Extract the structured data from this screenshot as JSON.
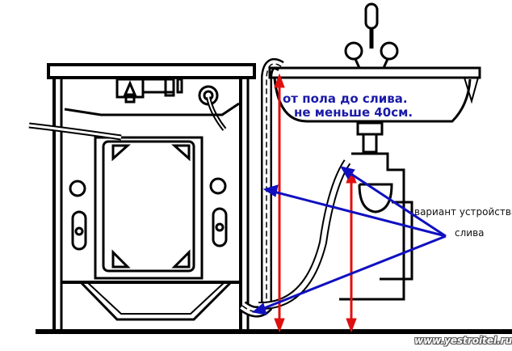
{
  "diagram": {
    "subject": "Washing machine drain hose connection to sink siphon",
    "annotations": {
      "height_line1": "от пола до слива.",
      "height_line2": "не меньше 40см.",
      "variant_line1": "вариант устройства",
      "variant_line2": "слива"
    },
    "watermark": "www.yestroitel.ru",
    "colors": {
      "outline": "#000000",
      "arrow_red": "#e01010",
      "arrow_blue": "#1010c0",
      "text_blue": "#1a1aa8"
    }
  }
}
